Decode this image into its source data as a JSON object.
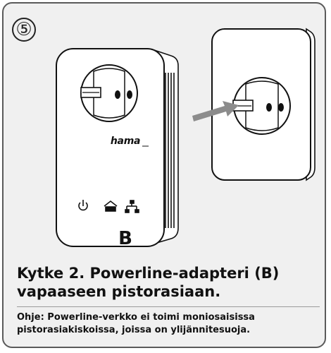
{
  "step": {
    "number": "⑤"
  },
  "illustration": {
    "brand": "hama",
    "adapter_label": "B",
    "indicators": [
      "power-icon",
      "home-icon",
      "network-icon"
    ],
    "arrow_color": "#8c8c8c"
  },
  "instruction": {
    "title": "Kytke 2. Powerline-adapteri (B) vapaaseen pistorasiaan.",
    "note": "Ohje: Powerline-verkko ei toimi moniosaisissa pistorasiakiskoissa, joissa on ylijännitesuoja."
  }
}
